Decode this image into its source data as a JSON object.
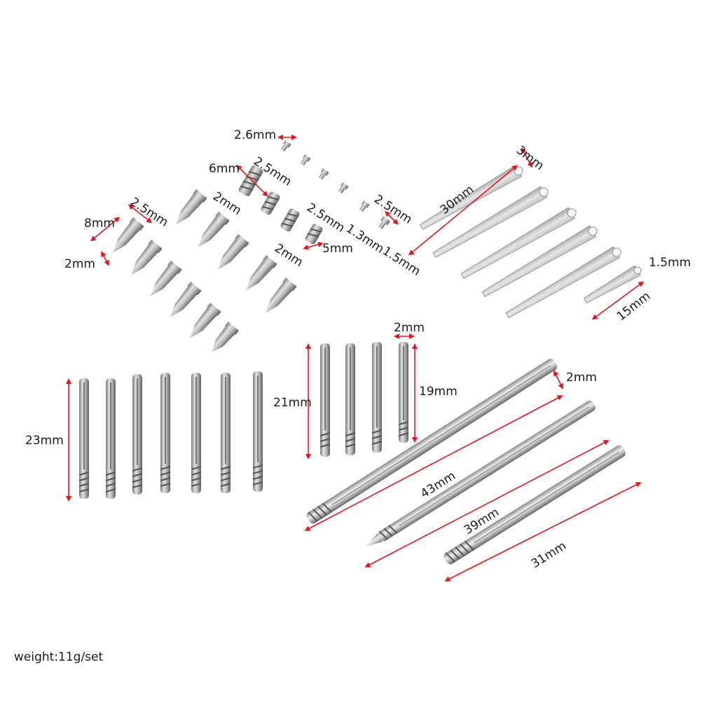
{
  "image": {
    "description_free": true,
    "weight_note": "weight:11g/set",
    "colors": {
      "background": "#ffffff",
      "dimension_line": "#e8141b",
      "metal_light": "#d9d9d9",
      "metal_dark": "#6e6e6e"
    },
    "labels": {
      "screw_top_2_6": "2.6mm",
      "screw_6": "6mm",
      "screw_2_5a": "2.5mm",
      "screw_2a": "2mm",
      "screw_8": "8mm",
      "screw_2_5b": "2.5mm",
      "screw_2b": "2mm",
      "screw_2_5c": "2.5mm",
      "screw_2c": "2mm",
      "screw_5": "5mm",
      "screw_2_5d": "2.5mm",
      "screw_1_3": "1.3mm",
      "screw_1_5": "1.5mm",
      "strip_30": "30mm",
      "strip_3": "3mm",
      "strip_1_5": "1.5mm",
      "strip_15": "15mm",
      "pin_23": "23mm",
      "pin_21": "21mm",
      "pin_2": "2mm",
      "pin_19": "19mm",
      "rod_2": "2mm",
      "rod_43": "43mm",
      "rod_39": "39mm",
      "rod_31": "31mm"
    }
  }
}
